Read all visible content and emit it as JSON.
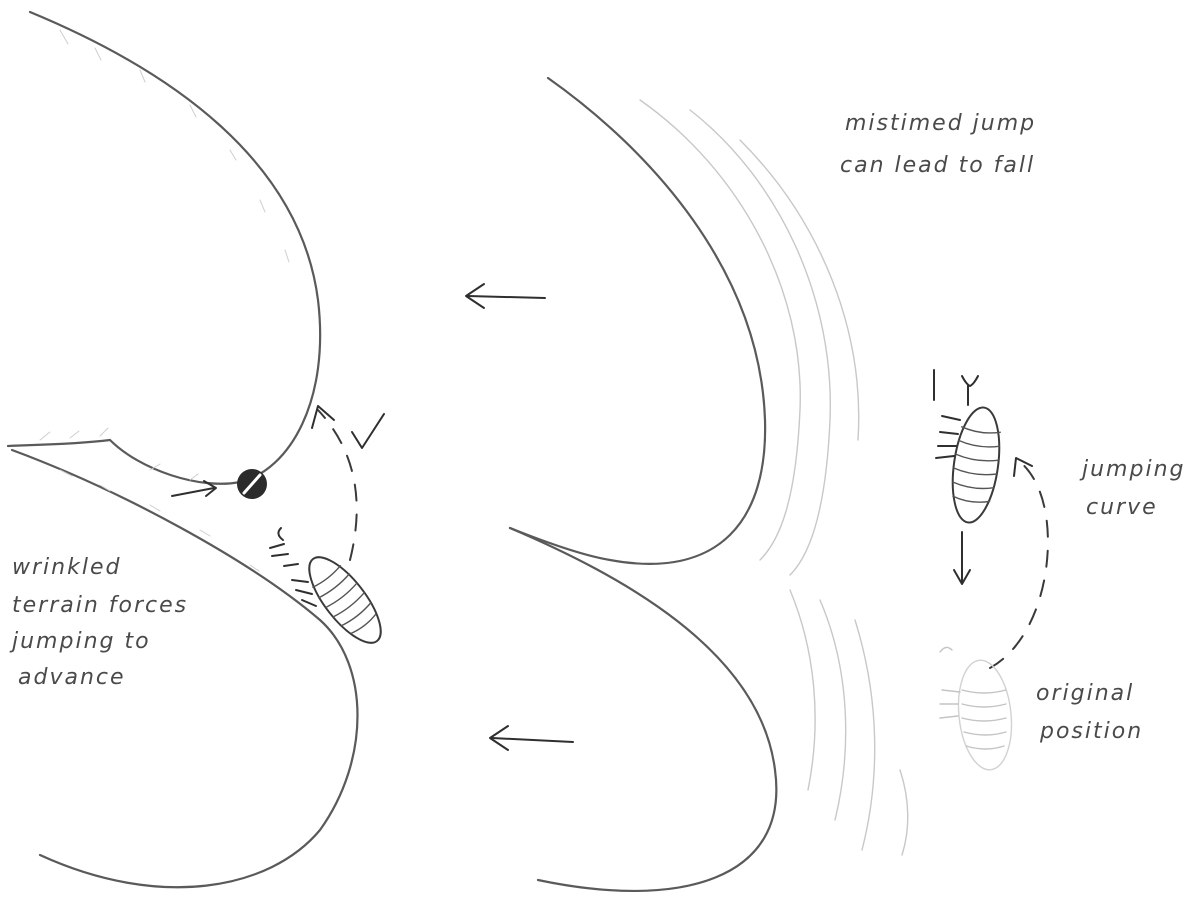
{
  "annotations": {
    "mistimed_jump": [
      "mistimed jump",
      "can lead to fall"
    ],
    "jumping_curve": [
      "jumping",
      "curve"
    ],
    "original_position": [
      "original",
      "position"
    ],
    "wrinkled_terrain": [
      "wrinkled",
      "terrain forces",
      "jumping to",
      "advance"
    ]
  }
}
